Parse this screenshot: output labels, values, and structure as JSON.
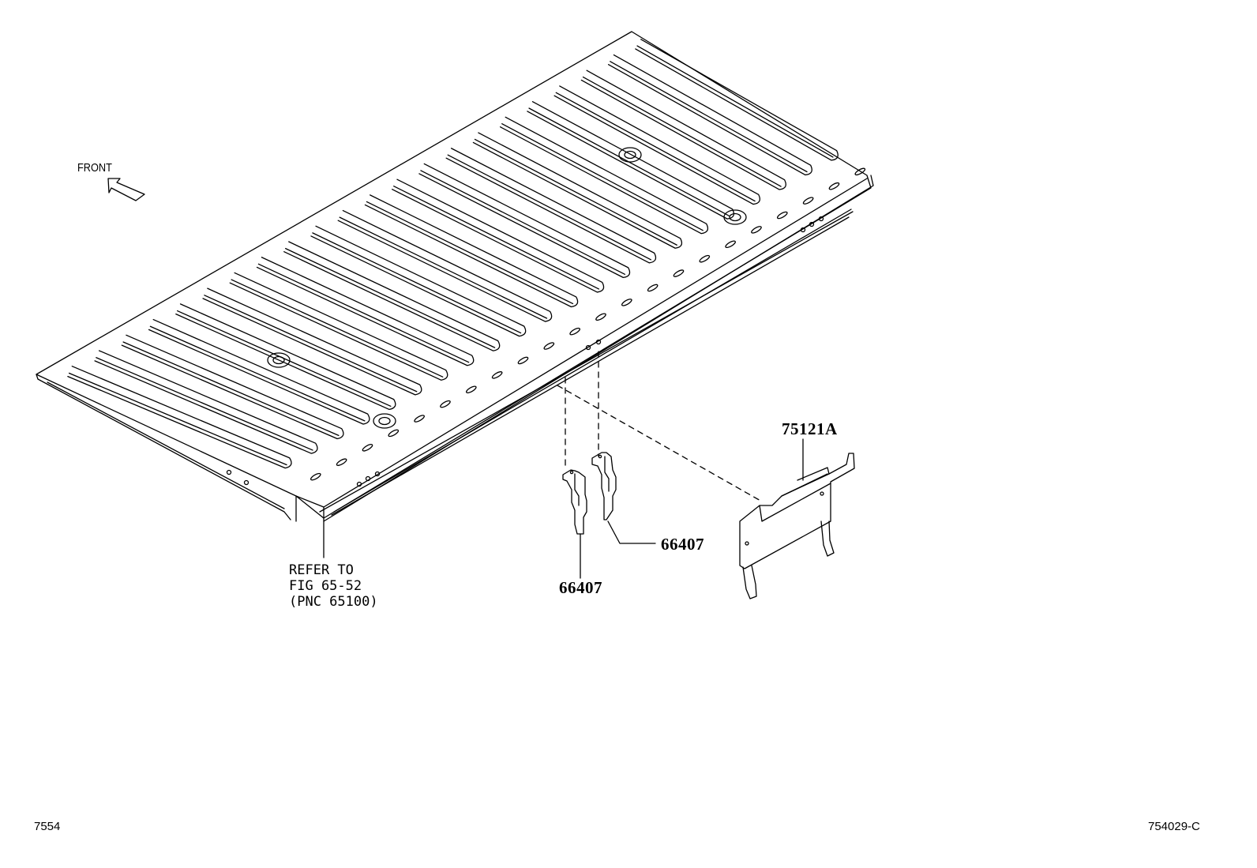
{
  "front_label": "FRONT",
  "parts": {
    "bracket": "75121A",
    "clip_right": "66407",
    "clip_left": "66407"
  },
  "reference": {
    "line1": "REFER TO",
    "line2": "FIG 65-52",
    "line3": "(PNC 65100)"
  },
  "footer": {
    "left_code": "7554",
    "right_code": "754029-C"
  },
  "colors": {
    "ink": "#000000",
    "background": "#ffffff"
  }
}
